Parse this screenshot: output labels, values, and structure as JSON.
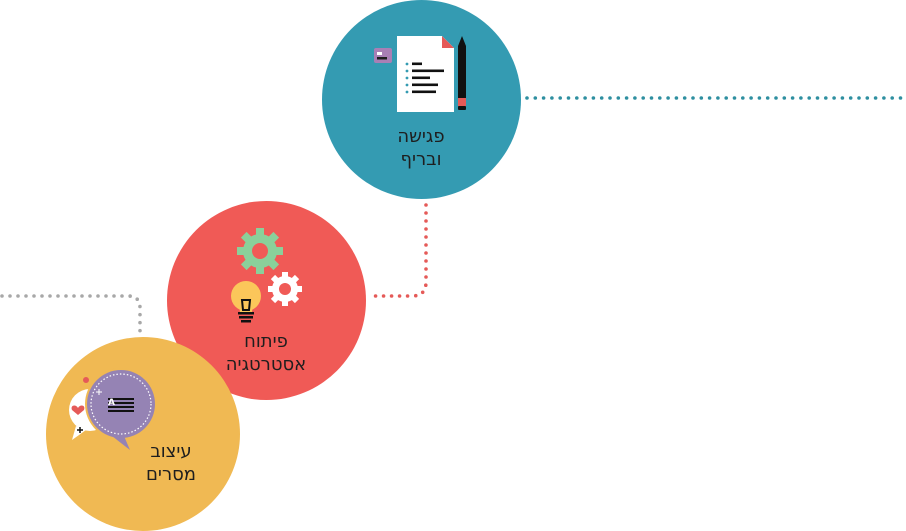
{
  "colors": {
    "teal": "#349bb2",
    "red": "#f05a56",
    "yellow": "#f0b953",
    "gray_dots": "#a8a8a8",
    "teal_dots": "#2e8fa0",
    "red_dots": "#e55a58"
  },
  "steps": [
    {
      "line1": "פגישה",
      "line2": "ובריף",
      "icon": "document-pencil-icon"
    },
    {
      "line1": "פיתוח",
      "line2": "אסטרטגיה",
      "icon": "gears-lightbulb-icon"
    },
    {
      "line1": "עיצוב",
      "line2": "מסרים",
      "icon": "speech-bubbles-icon"
    }
  ]
}
